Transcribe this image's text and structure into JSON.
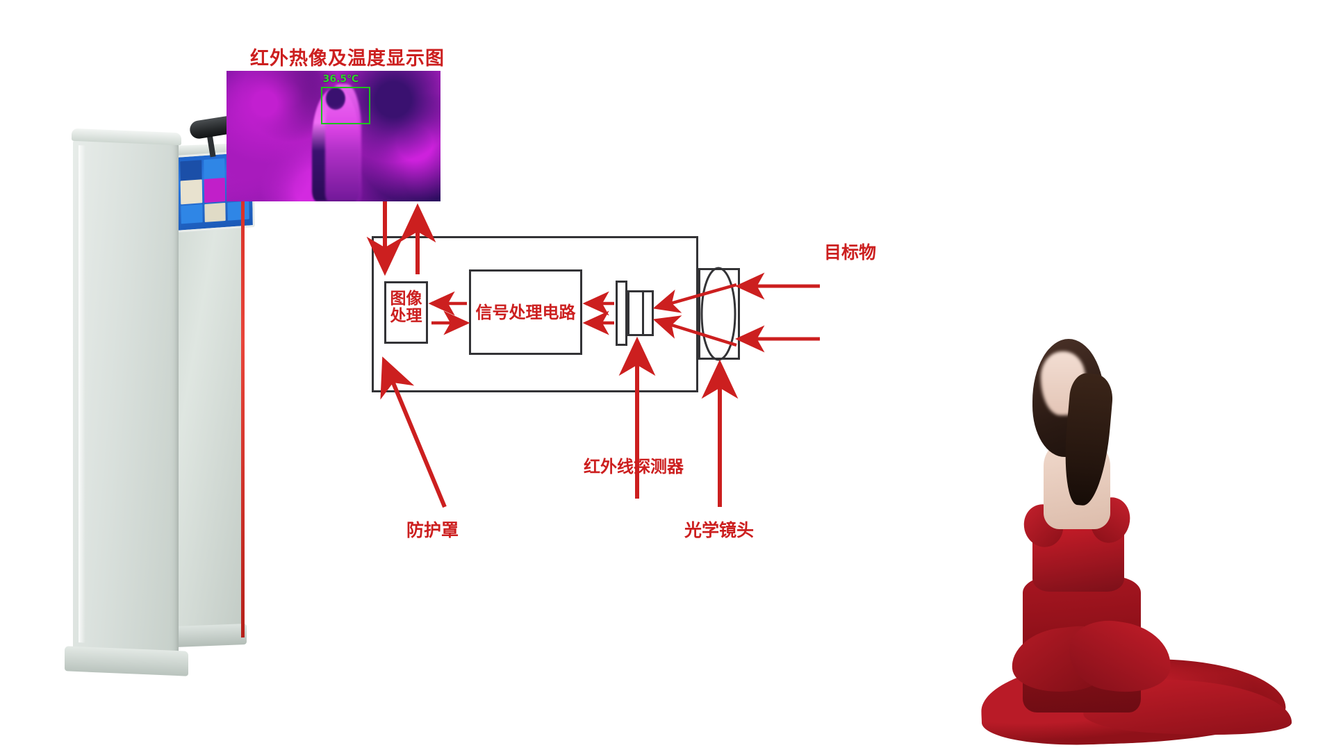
{
  "title": {
    "thermal_panel_title": "红外热像及温度显示图"
  },
  "thermal": {
    "temperature_reading": "36.5℃",
    "box_color": "#1fc21f",
    "temp_text_color": "#2fd42f"
  },
  "diagram": {
    "accent_color": "#cc1f1f",
    "line_color": "#333336",
    "blocks": [
      {
        "id": "image-processing",
        "label_line1": "图像",
        "label_line2": "处理"
      },
      {
        "id": "signal-processing-circuit",
        "label": "信号处理电路"
      }
    ],
    "labels": {
      "infrared_detector": "红外线探测器",
      "protective_cover": "防护罩",
      "optical_lens": "光学镜头",
      "target_object": "目标物"
    }
  },
  "device": {
    "name": "walk-through-temperature-gate"
  }
}
